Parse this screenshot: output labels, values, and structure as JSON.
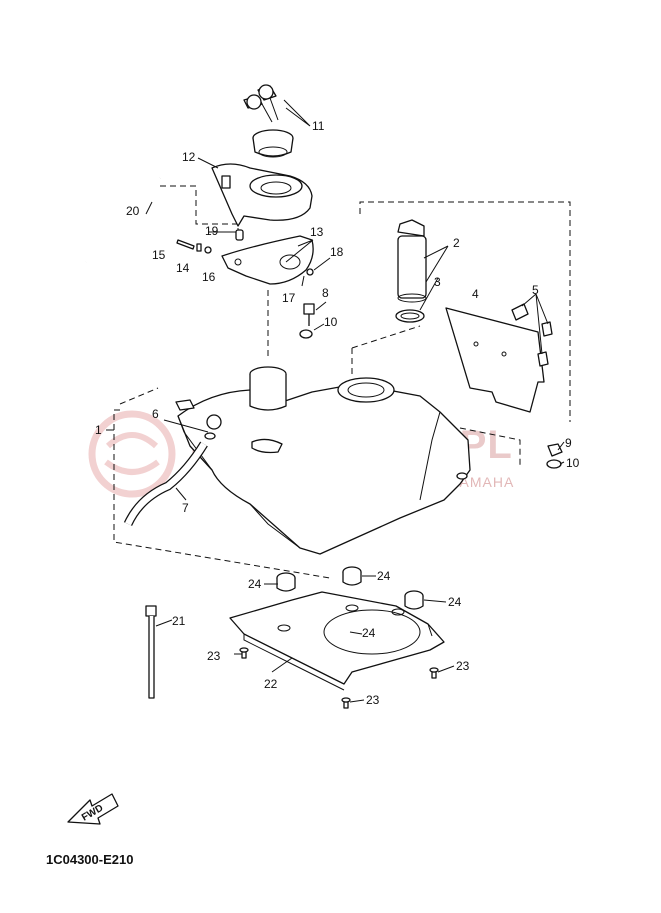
{
  "diagram": {
    "reference_code": "1C04300-E210",
    "direction_label": "FWD",
    "watermark": {
      "brand": "YAMA-SKLEP.PL",
      "subtitle": "MOTOCIECHOW.CZ | DEALER YAMAHA"
    },
    "callouts": {
      "c1": "1",
      "c2": "2",
      "c3": "3",
      "c4": "4",
      "c5": "5",
      "c6": "6",
      "c7": "7",
      "c8": "8",
      "c9": "9",
      "c10a": "10",
      "c10b": "10",
      "c11": "11",
      "c12": "12",
      "c13": "13",
      "c14": "14",
      "c15": "15",
      "c16": "16",
      "c17": "17",
      "c18": "18",
      "c19": "19",
      "c20": "20",
      "c21": "21",
      "c22": "22",
      "c23a": "23",
      "c23b": "23",
      "c23c": "23",
      "c24a": "24",
      "c24b": "24",
      "c24c": "24",
      "c24d": "24"
    }
  }
}
